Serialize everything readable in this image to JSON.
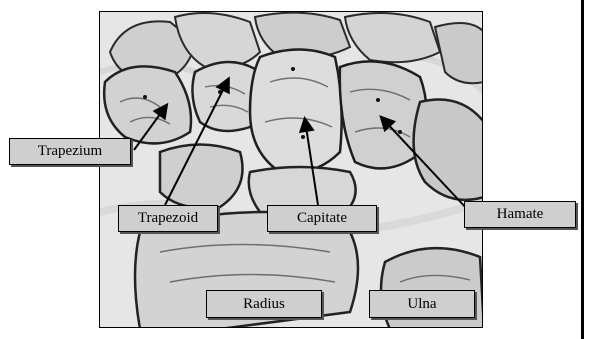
{
  "labels": {
    "trapezium": "Trapezium",
    "trapezoid": "Trapezoid",
    "capitate": "Capitate",
    "hamate": "Hamate",
    "radius": "Radius",
    "ulna": "Ulna"
  },
  "colors": {
    "label_fill": "#cfcfcf",
    "bone_light": "#d8d8d8",
    "bone_dark": "#3a3a3a",
    "background": "#e9e9e9"
  }
}
